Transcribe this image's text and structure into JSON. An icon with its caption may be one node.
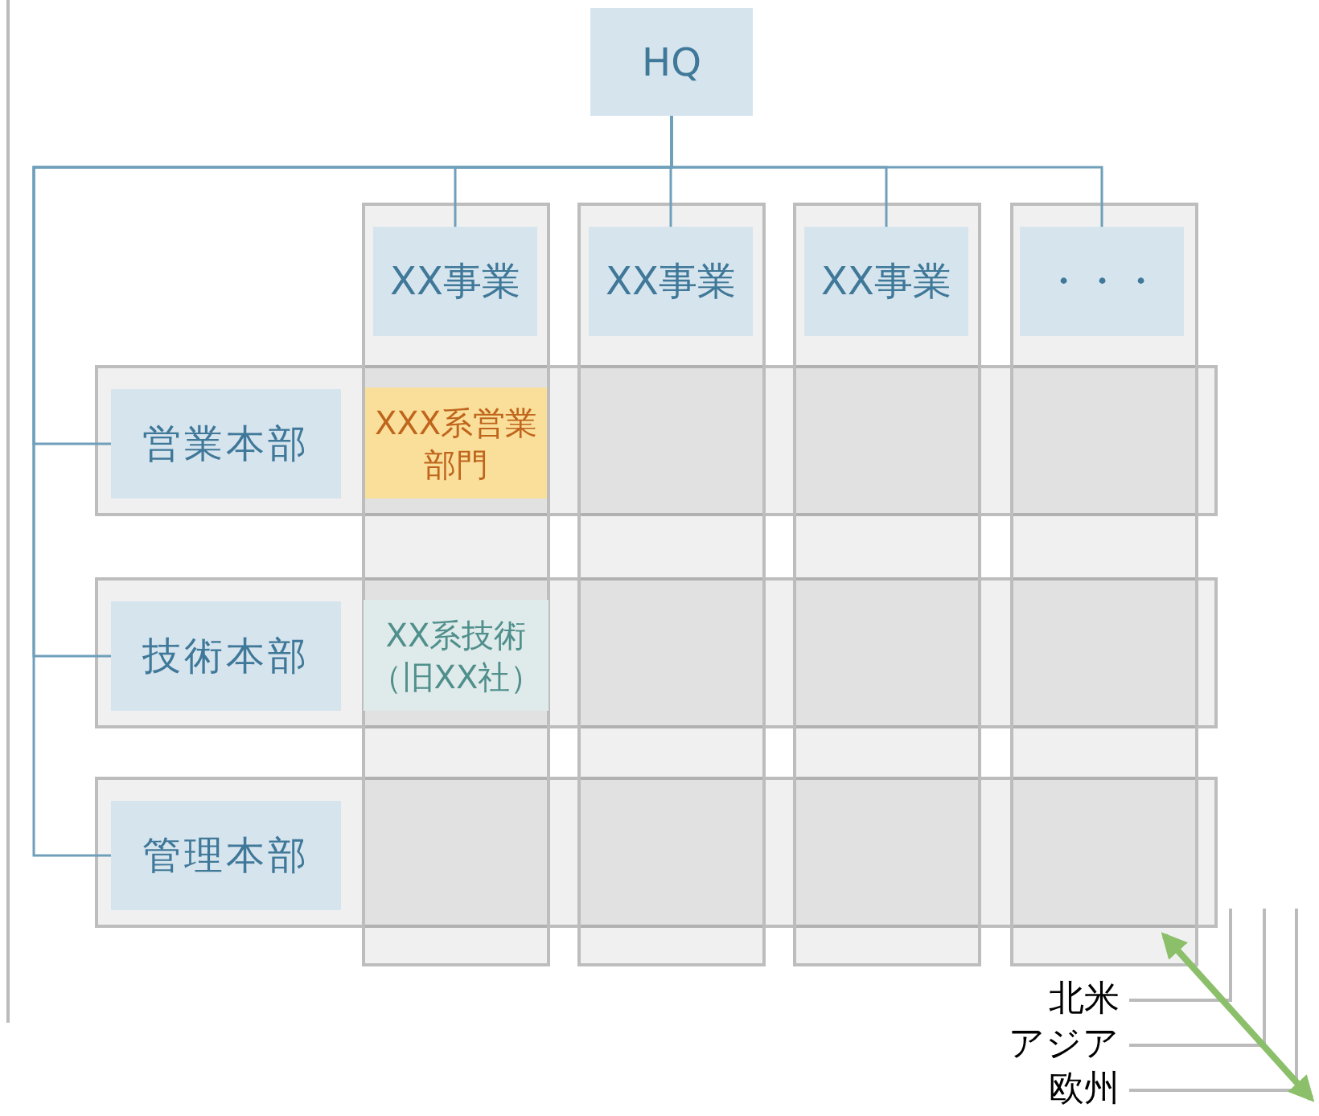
{
  "diagram": {
    "nodes": [
      {
        "text": [
          "HQ"
        ]
      },
      {
        "text": [
          "XX事業"
        ]
      },
      {
        "text": [
          "XX事業"
        ]
      },
      {
        "text": [
          "XX事業"
        ]
      },
      {
        "text": [
          "・・・"
        ]
      },
      {
        "text": [
          "営業本部"
        ]
      },
      {
        "text": [
          "技術本部"
        ]
      },
      {
        "text": [
          "管理本部"
        ]
      },
      {
        "text": [
          "XXX系営業部門"
        ]
      },
      {
        "text": [
          "XX系技術（旧XX社）"
        ]
      }
    ],
    "edges": [
      {
        "from": 0,
        "to": 1,
        "arrow": "none"
      },
      {
        "from": 0,
        "to": 2,
        "arrow": "none"
      },
      {
        "from": 0,
        "to": 3,
        "arrow": "none"
      },
      {
        "from": 0,
        "to": 4,
        "arrow": "none"
      },
      {
        "from": 0,
        "to": 5,
        "arrow": "none"
      },
      {
        "from": 0,
        "to": 6,
        "arrow": "none"
      },
      {
        "from": 0,
        "to": 7,
        "arrow": "none"
      }
    ],
    "labels": [
      "北米",
      "アジア",
      "欧州"
    ]
  }
}
